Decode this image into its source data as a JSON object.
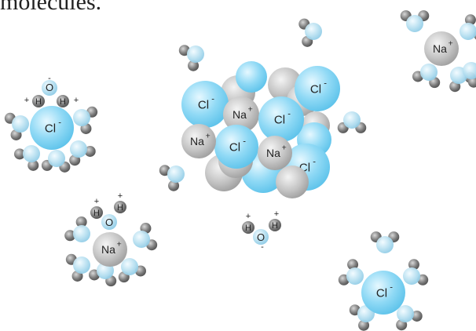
{
  "caption": "molecules.",
  "labels": {
    "na": "Na",
    "cl": "Cl",
    "h": "H",
    "o": "O",
    "plus": "+",
    "minus": "-"
  },
  "colors": {
    "cl_ion": "#8fd9f5",
    "na_ion": "#c4c4c4",
    "water_o": "#b6dff0",
    "water_h": "#808080",
    "text": "#222222"
  }
}
